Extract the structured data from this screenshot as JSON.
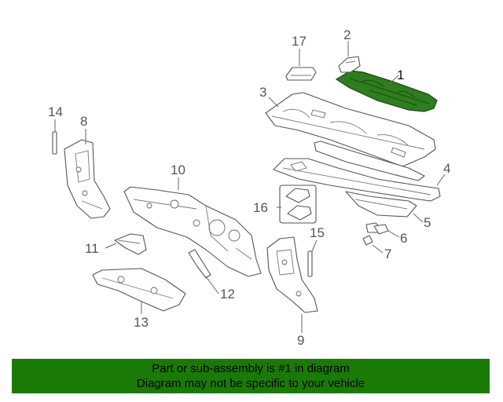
{
  "callouts": [
    {
      "id": "1",
      "label": "1"
    },
    {
      "id": "2",
      "label": "2"
    },
    {
      "id": "3",
      "label": "3"
    },
    {
      "id": "4",
      "label": "4"
    },
    {
      "id": "5",
      "label": "5"
    },
    {
      "id": "6",
      "label": "6"
    },
    {
      "id": "7",
      "label": "7"
    },
    {
      "id": "8",
      "label": "8"
    },
    {
      "id": "9",
      "label": "9"
    },
    {
      "id": "10",
      "label": "10"
    },
    {
      "id": "11",
      "label": "11"
    },
    {
      "id": "12",
      "label": "12"
    },
    {
      "id": "13",
      "label": "13"
    },
    {
      "id": "14",
      "label": "14"
    },
    {
      "id": "15",
      "label": "15"
    },
    {
      "id": "16",
      "label": "16"
    },
    {
      "id": "17",
      "label": "17"
    }
  ],
  "highlighted_part": "1",
  "colors": {
    "highlight_part": "#2e7d1e",
    "banner_background": "#197a06",
    "line_art": "#555555"
  },
  "banner": {
    "line1": "Part or sub-assembly is #1 in diagram",
    "line2": "Diagram may not be specific to your vehicle"
  }
}
